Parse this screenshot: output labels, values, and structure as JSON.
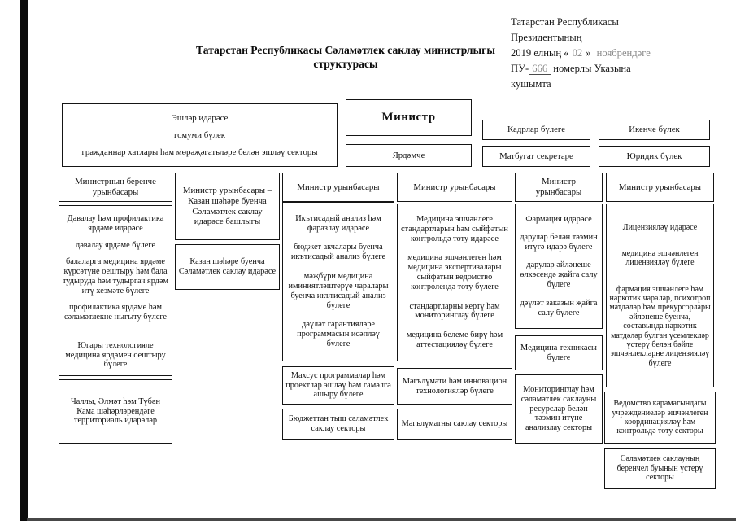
{
  "title_lines": [
    "Татарстан Республикасы Сәламәтлек саклау министрлыгы",
    "структурасы"
  ],
  "annotation": {
    "line1": "Татарстан Республикасы",
    "line2": "Президентының",
    "line3_pre": "2019 елның «",
    "date_day": "02",
    "line3_mid": "»",
    "date_month": "ноябрендәге",
    "line4_pre": "ПУ-",
    "decree_number": "666",
    "line4_post": "номерлы Указына",
    "line5": "кушымта"
  },
  "org": {
    "admin_office": [
      "Эшләр идарәсе",
      "гомуми бүлек",
      "гражданнар хатлары һәм мөрәҗәгатьләре белән эшләү  секторы"
    ],
    "minister": "Министр",
    "assistant": "Ярдәмче",
    "hr_dept": "Кадрлар бүлеге",
    "second_dept": "Икенче бүлек",
    "press_secretary": "Матбугат секретаре",
    "legal_dept": "Юридик бүлек",
    "columns": [
      {
        "head": "Министрның беренче урынбасары",
        "units": [
          [
            "Дәвалау һәм профилактика ярдәме идарәсе",
            "дәвалау ярдәме бүлеге",
            "балаларга медицина ярдәме күрсәтүне оештыру  һәм бала тудыруда һәм тудыргач ярдәм итү хезмәте бүлеге",
            "профилактика ярдәме һәм сәламәтлекне ныгыту бүлеге"
          ],
          [
            "Югары технологияле медицина ярдәмен оештыру бүлеге"
          ],
          [
            "Чаллы, Әлмәт һәм Түбән Кама шәһәрләрендәге территориаль идарәләр"
          ]
        ]
      },
      {
        "head": "Министр урынбасары – Казан шәһәре буенча Сәламәтлек саклау идарәсе башлыгы",
        "units": [
          [
            "Казан шәһәре буенча Сәламәтлек саклау идарәсе"
          ]
        ]
      },
      {
        "head": "Министр урынбасары",
        "units": [
          [
            "Икътисадый анализ һәм фаразлау идарәсе",
            "бюджет акчалары буенча икътисадый анализ бүлеге",
            "мәҗбүри медицина иминиятләштерүе чаралары буенча икътисадый анализ бүлеге",
            "дәүләт гарантияләре программасын исәпләү бүлеге"
          ],
          [
            "Махсус программалар һәм проектлар эшләү һәм гамәлгә ашыру бүлеге"
          ],
          [
            "Бюджеттан тыш сәламәтлек саклау секторы"
          ]
        ]
      },
      {
        "head": "Министр урынбасары",
        "units": [
          [
            "Медицина эшчәнлеге стандартларын һәм сыйфатын контрольдә тоту идарәсе",
            "медицина эшчәнлеген һәм медицина экспертизалары сыйфатын ведомство контролендә тоту бүлеге",
            "стандартларны кертү һәм мониторинглау бүлеге",
            "медицина белеме бирү һәм аттестацияләү  бүлеге"
          ],
          [
            "Мәгълүмати һәм инновацион технологияләр бүлеге"
          ],
          [
            "Мәгълүматны саклау секторы"
          ]
        ]
      },
      {
        "head": "Министр урынбасары",
        "units": [
          [
            "Фармация идарәсе",
            "дарулар белән тәэмин итүгә идарә бүлеге",
            "дарулар әйләнеше өлкәсендә җайга салу бүлеге",
            "дәүләт заказын җайга салу бүлеге"
          ],
          [
            "Медицина техникасы бүлеге"
          ],
          [
            "Мониторинглау һәм сәламәтлек саклауны ресурслар белән тәэмин итүне анализлау секторы"
          ]
        ]
      },
      {
        "head": "Министр урынбасары",
        "units": [
          [
            "Лицензияләү идарәсе",
            "медицина эшчәнлеген лицензияләү бүлеге",
            "фармация эшчәнлеге һәм наркотик чаралар, психотроп матдәләр һәм прекурсорлары әйләнеше буенча, составында наркотик матдәләр булган үсемлекләр үстерү белән бәйле эшчәнлекләрне лицензияләү бүлеге"
          ],
          [
            "Ведомство карамагындагы учреждениеләр эшчәнлеген координацияләү һәм контрольдә тоту секторы"
          ],
          [
            "Сәламәтлек саклауның беренчел буынын үстерү секторы"
          ]
        ]
      }
    ]
  }
}
